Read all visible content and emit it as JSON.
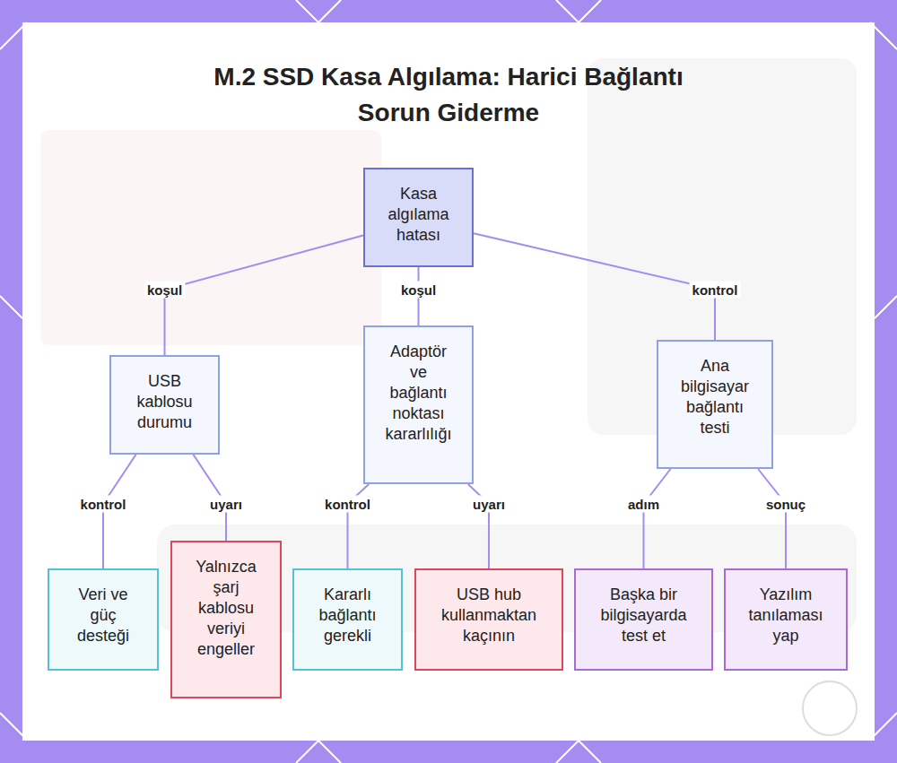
{
  "diagram": {
    "title": "M.2 SSD Kasa Algılama: Harici Bağlantı Sorun Giderme",
    "nodes": [
      {
        "text": [
          "Kasa algılama hatası"
        ]
      },
      {
        "text": [
          "USB kablosu durumu"
        ]
      },
      {
        "text": [
          "Adaptör ve bağlantı noktası kararlılığı"
        ]
      },
      {
        "text": [
          "Ana bilgisayar bağlantı testi"
        ]
      },
      {
        "text": [
          "Veri ve güç desteği"
        ]
      },
      {
        "text": [
          "Yalnızca şarj kablosu veriyi engeller"
        ]
      },
      {
        "text": [
          "Kararlı bağlantı gerekli"
        ]
      },
      {
        "text": [
          "USB hub kullanmaktan kaçının"
        ]
      },
      {
        "text": [
          "Başka bir bilgisayarda test et"
        ]
      },
      {
        "text": [
          "Yazılım tanılaması yap"
        ]
      }
    ],
    "edges": [
      {
        "from": 0,
        "to": 1,
        "arrow": "none",
        "label": "koşul"
      },
      {
        "from": 0,
        "to": 2,
        "arrow": "none",
        "label": "koşul"
      },
      {
        "from": 0,
        "to": 3,
        "arrow": "none",
        "label": "kontrol"
      },
      {
        "from": 1,
        "to": 4,
        "arrow": "none",
        "label": "kontrol"
      },
      {
        "from": 1,
        "to": 5,
        "arrow": "none",
        "label": "uyarı"
      },
      {
        "from": 2,
        "to": 6,
        "arrow": "none",
        "label": "kontrol"
      },
      {
        "from": 2,
        "to": 7,
        "arrow": "none",
        "label": "uyarı"
      },
      {
        "from": 3,
        "to": 8,
        "arrow": "none",
        "label": "adım"
      },
      {
        "from": 3,
        "to": 9,
        "arrow": "none",
        "label": "sonuç"
      }
    ]
  }
}
